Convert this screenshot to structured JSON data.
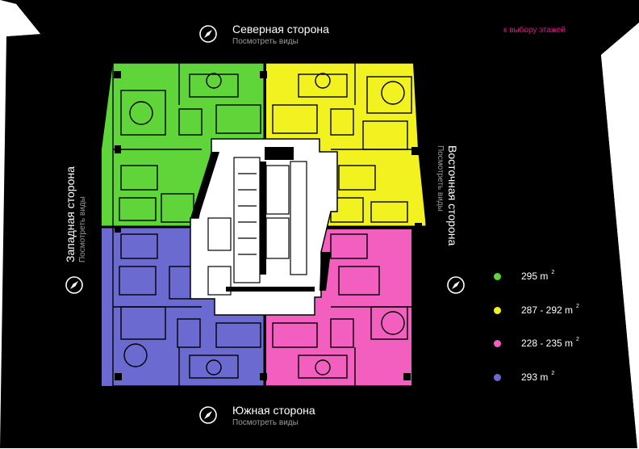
{
  "north": {
    "title": "Северная сторона",
    "subtitle": "Посмотреть виды"
  },
  "south": {
    "title": "Южная сторона",
    "subtitle": "Посмотреть виды"
  },
  "west": {
    "title": "Западная сторона",
    "subtitle": "Посмотреть виды"
  },
  "east": {
    "title": "Восточная сторона",
    "subtitle": "Посмотреть виды"
  },
  "floors_link": "к выбору этажей",
  "legend": [
    {
      "label": "295 m",
      "sup": "2",
      "color": "#5fd53a"
    },
    {
      "label": "287 - 292 m",
      "sup": "2",
      "color": "#f2f221"
    },
    {
      "label": "228 - 235 m",
      "sup": "2",
      "color": "#f25fbf"
    },
    {
      "label": "293 m",
      "sup": "2",
      "color": "#6b6ad1"
    }
  ],
  "colors": {
    "green": "#5fd53a",
    "yellow": "#f2f221",
    "pink": "#f25fbf",
    "blue": "#6b6ad1",
    "accent": "#e0168e"
  },
  "icons": {
    "compass": "compass-icon"
  }
}
